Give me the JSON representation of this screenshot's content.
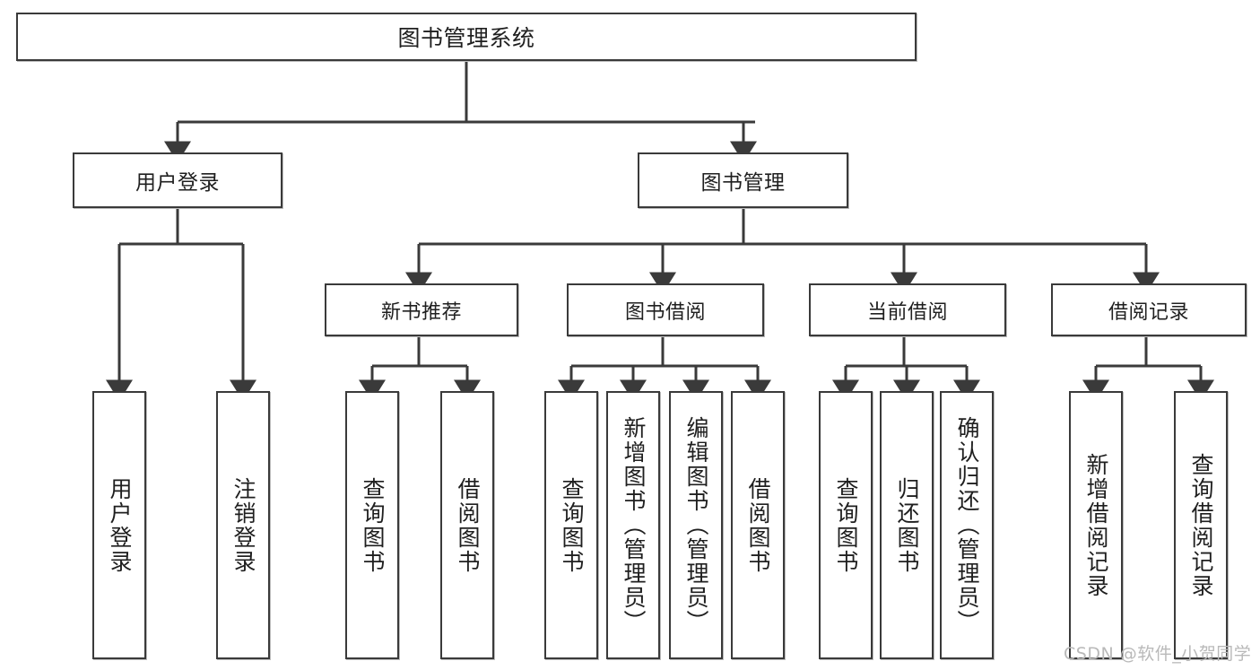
{
  "diagram": {
    "type": "tree-hierarchy",
    "root": {
      "id": "root",
      "label": "图书管理系统"
    },
    "level2": [
      {
        "id": "user-login",
        "label": "用户登录"
      },
      {
        "id": "book-management",
        "label": "图书管理"
      }
    ],
    "level3": [
      {
        "id": "new-book-recommend",
        "label": "新书推荐"
      },
      {
        "id": "book-borrow",
        "label": "图书借阅"
      },
      {
        "id": "current-borrow",
        "label": "当前借阅"
      },
      {
        "id": "borrow-record",
        "label": "借阅记录"
      }
    ],
    "leaves": [
      {
        "id": "leaf-user-login",
        "label": "用户登录",
        "parent": "user-login"
      },
      {
        "id": "leaf-logout-login",
        "label": "注销登录",
        "parent": "user-login"
      },
      {
        "id": "leaf-query-book-1",
        "label": "查询图书",
        "parent": "new-book-recommend"
      },
      {
        "id": "leaf-borrow-book-1",
        "label": "借阅图书",
        "parent": "new-book-recommend"
      },
      {
        "id": "leaf-query-book-2",
        "label": "查询图书",
        "parent": "book-borrow"
      },
      {
        "id": "leaf-add-book",
        "label": "新增图书（管理员）",
        "parent": "book-borrow"
      },
      {
        "id": "leaf-edit-book",
        "label": "编辑图书（管理员）",
        "parent": "book-borrow"
      },
      {
        "id": "leaf-borrow-book-2",
        "label": "借阅图书",
        "parent": "book-borrow"
      },
      {
        "id": "leaf-query-book-3",
        "label": "查询图书",
        "parent": "current-borrow"
      },
      {
        "id": "leaf-return-book",
        "label": "归还图书",
        "parent": "current-borrow"
      },
      {
        "id": "leaf-confirm-return",
        "label": "确认归还（管理员）",
        "parent": "current-borrow"
      },
      {
        "id": "leaf-add-record",
        "label": "新增借阅记录",
        "parent": "borrow-record"
      },
      {
        "id": "leaf-query-record",
        "label": "查询借阅记录",
        "parent": "borrow-record"
      }
    ]
  },
  "watermark": {
    "text": "CSDN @软件_小贺同学"
  },
  "colors": {
    "stroke": "#3a3a3a",
    "text": "#1f1f1f",
    "background": "#ffffff",
    "watermark": "#b9b9b9"
  }
}
